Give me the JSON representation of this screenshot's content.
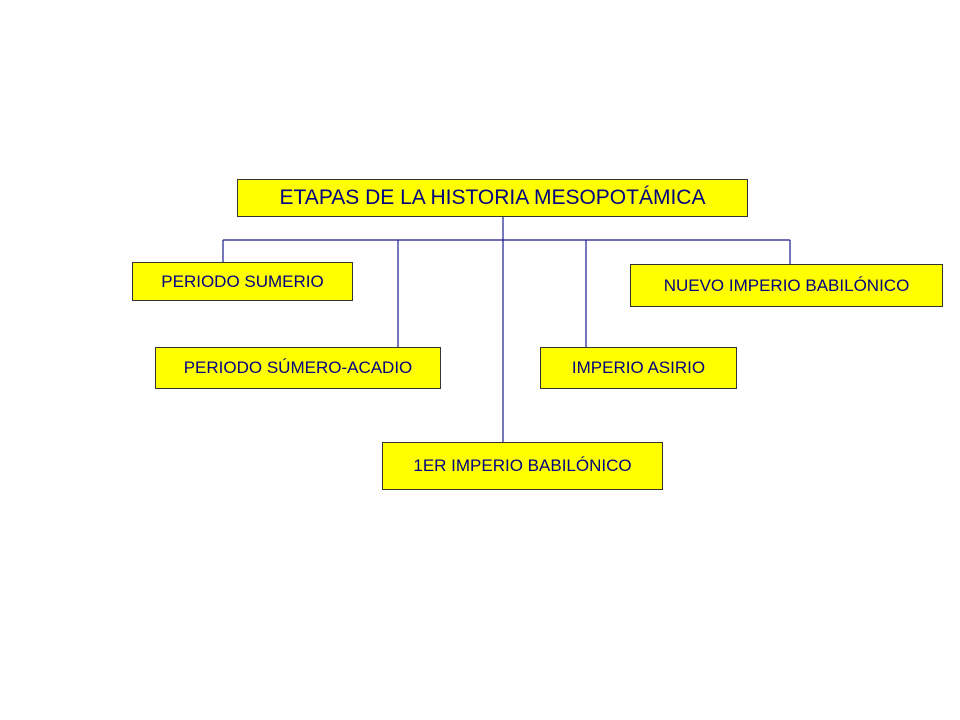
{
  "diagram": {
    "root": {
      "label": "ETAPAS DE LA HISTORIA MESOPOTÁMICA"
    },
    "children": [
      {
        "label": "PERIODO SUMERIO"
      },
      {
        "label": "PERIODO SÚMERO-ACADIO"
      },
      {
        "label": "1ER IMPERIO BABILÓNICO"
      },
      {
        "label": "IMPERIO ASIRIO"
      },
      {
        "label": "NUEVO IMPERIO BABILÓNICO"
      }
    ]
  },
  "colors": {
    "box_fill": "#ffff00",
    "text": "#000080",
    "connector": "#000080"
  }
}
